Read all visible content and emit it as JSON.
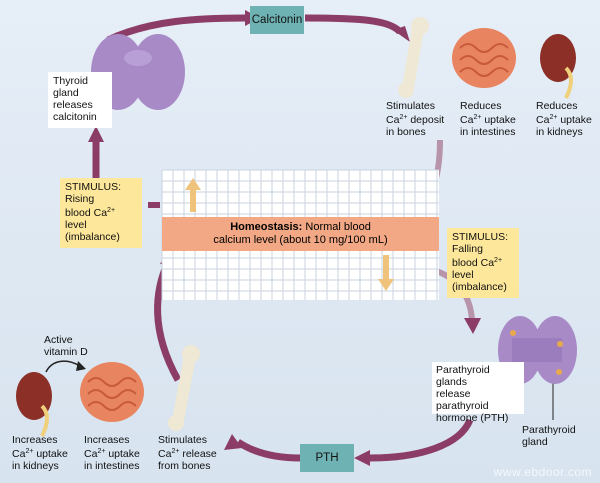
{
  "calcitonin": "Calcitonin",
  "pth": "PTH",
  "thyroid_release": [
    "Thyroid",
    "gland",
    "releases",
    "calcitonin"
  ],
  "top_effects": {
    "bones": [
      "Stimulates",
      "Ca2+ deposit",
      "in bones"
    ],
    "intestines": [
      "Reduces",
      "Ca2+ uptake",
      "in intestines"
    ],
    "kidneys": [
      "Reduces",
      "Ca2+ uptake",
      "in kidneys"
    ]
  },
  "stimulus_rising": {
    "title": "STIMULUS:",
    "lines": [
      "Rising",
      "blood Ca2+",
      "level",
      "(imbalance)"
    ]
  },
  "stimulus_falling": {
    "title": "STIMULUS:",
    "lines": [
      "Falling",
      "blood Ca2+",
      "level",
      "(imbalance)"
    ]
  },
  "homeostasis": {
    "bold": "Homeostasis:",
    "text": "Normal blood",
    "line2": "calcium level (about 10 mg/100 mL)"
  },
  "parathyroid_release": [
    "Parathyroid",
    "glands",
    "release parathyroid",
    "hormone (PTH)"
  ],
  "parathyroid_gland": [
    "Parathyroid",
    "gland"
  ],
  "active_vitamin_d": [
    "Active",
    "vitamin D"
  ],
  "bottom_effects": {
    "kidneys": [
      "Increases",
      "Ca2+ uptake",
      "in kidneys"
    ],
    "intestines": [
      "Increases",
      "Ca2+ uptake",
      "in intestines"
    ],
    "bones": [
      "Stimulates",
      "Ca2+ release",
      "from bones"
    ]
  },
  "watermark": "www.ebdoor.com",
  "colors": {
    "cycle_arrow": "#8c3d67",
    "pale_arrow": "#b894ab",
    "box_yellow": "#fde79a",
    "box_teal": "#6fb2b4",
    "homeostasis_bar": "#f2a884",
    "grid_line": "#c9d3e0"
  }
}
